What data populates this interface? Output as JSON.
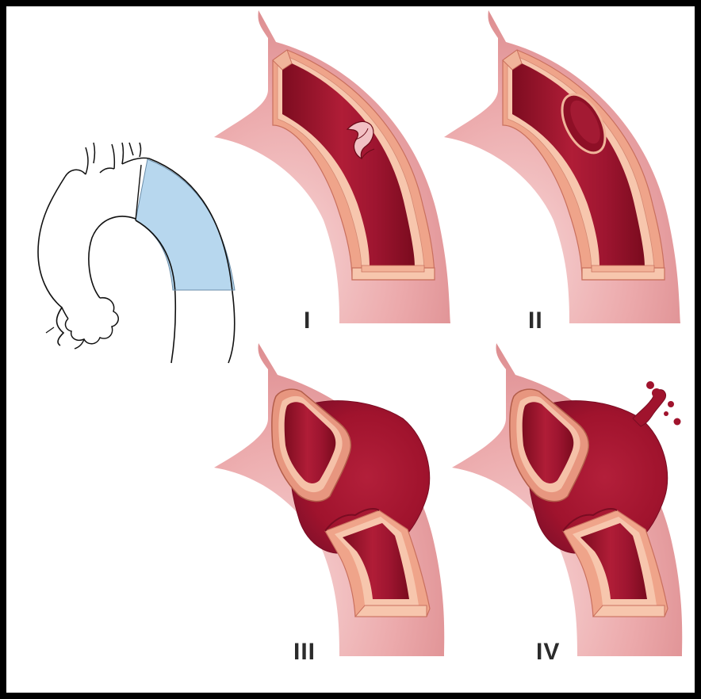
{
  "stages": [
    {
      "id": "stage-1",
      "label": "I"
    },
    {
      "id": "stage-2",
      "label": "II"
    },
    {
      "id": "stage-3",
      "label": "III"
    },
    {
      "id": "stage-4",
      "label": "IV"
    }
  ],
  "colors": {
    "outer_vessel": "#e9a0a2",
    "vessel_glow": "#f6cfd0",
    "media": "#efa48a",
    "media_highlight": "#f7c6ad",
    "lumen": "#a0152d",
    "lumen_dark": "#7d0c20",
    "lumen_highlight": "#c73a52",
    "hematoma": "#a3142f",
    "highlight_region": "#b7d7ee",
    "outline": "#111111"
  }
}
